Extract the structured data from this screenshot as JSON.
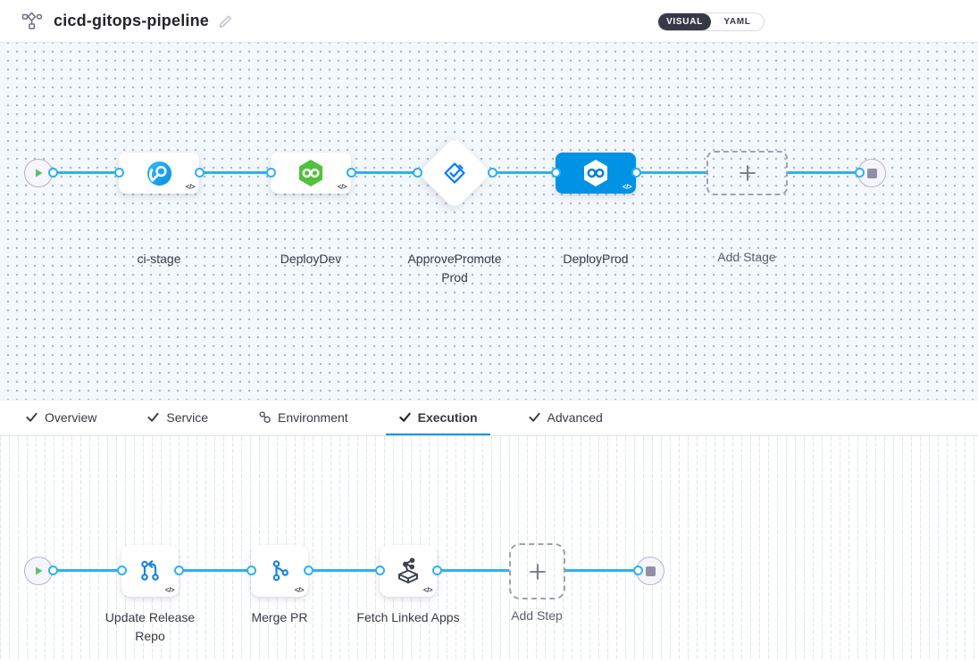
{
  "colors": {
    "accent": "#0092e4",
    "connector": "#2db1f0",
    "selected_stage_bg": "#0092e4",
    "cd_green": "#4fc13b",
    "ci_blue": "#19aef2",
    "toggle_dark": "#383946"
  },
  "header": {
    "title": "cicd-gitops-pipeline",
    "view_toggle": {
      "visual_label": "VISUAL",
      "yaml_label": "YAML",
      "selected": "VISUAL"
    }
  },
  "top_canvas": {
    "stages": [
      {
        "label": "ci-stage",
        "type": "build"
      },
      {
        "label": "DeployDev",
        "type": "deploy"
      },
      {
        "label": "ApprovePromoteProd",
        "type": "approval"
      },
      {
        "label": "DeployProd",
        "type": "deploy",
        "selected": true
      }
    ],
    "add_stage_label": "Add Stage",
    "code_badge": "</>"
  },
  "tabs": {
    "items": [
      {
        "label": "Overview",
        "icon": "check"
      },
      {
        "label": "Service",
        "icon": "check"
      },
      {
        "label": "Environment",
        "icon": "environment"
      },
      {
        "label": "Execution",
        "icon": "check",
        "active": true
      },
      {
        "label": "Advanced",
        "icon": "check"
      }
    ]
  },
  "bottom_canvas": {
    "steps": [
      {
        "label": "Update Release Repo"
      },
      {
        "label": "Merge PR"
      },
      {
        "label": "Fetch Linked Apps"
      }
    ],
    "add_step_label": "Add Step",
    "code_badge": "</>"
  }
}
